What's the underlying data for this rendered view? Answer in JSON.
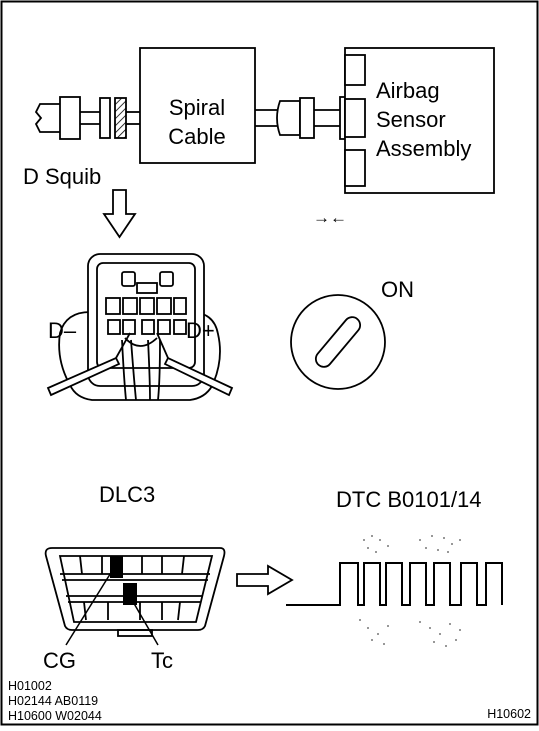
{
  "labels": {
    "spiral_line1": "Spiral",
    "spiral_line2": "Cable",
    "airbag_line1": "Airbag",
    "airbag_line2": "Sensor",
    "airbag_line3": "Assembly",
    "d_squib": "D Squib",
    "arrows_symbol": "→←",
    "d_minus": "D–",
    "d_plus": "D+",
    "on": "ON",
    "dlc3": "DLC3",
    "dtc": "DTC B0101/14",
    "cg": "CG",
    "tc": "Tc"
  },
  "footer": {
    "code1": "H01002",
    "code2": "H02144 AB0119",
    "code3": "H10600 W02044",
    "figure_id": "H10602"
  }
}
